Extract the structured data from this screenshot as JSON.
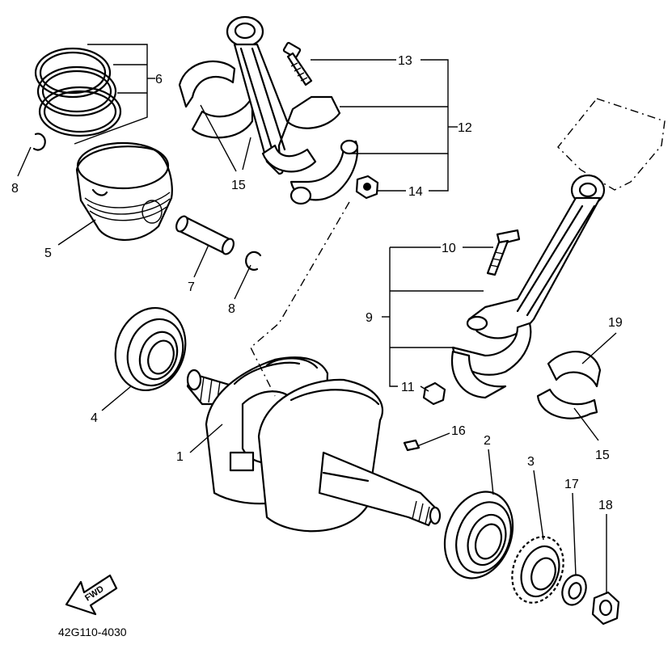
{
  "diagram_code": "42G110-4030",
  "arrow_text": "FWD",
  "callouts": {
    "c1": "1",
    "c2": "2",
    "c3": "3",
    "c4": "4",
    "c5": "5",
    "c6": "6",
    "c7": "7",
    "c8a": "8",
    "c8b": "8",
    "c9": "9",
    "c10": "10",
    "c11": "11",
    "c12": "12",
    "c13": "13",
    "c14": "14",
    "c15a": "15",
    "c15b": "15",
    "c16": "16",
    "c17": "17",
    "c18": "18",
    "c19": "19"
  }
}
